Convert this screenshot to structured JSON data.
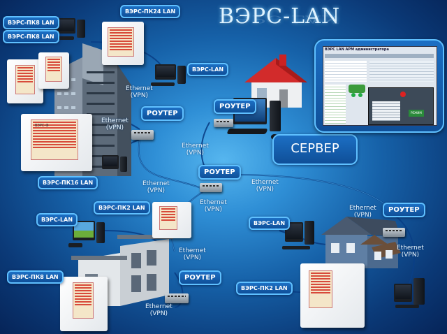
{
  "title": "ВЭРС-LAN",
  "server_label": "СЕРВЕР",
  "screen_title": "ВЭРС LAN АРМ администратора",
  "screen_badge": "РЕЖИМ",
  "device_labels": {
    "pk24_top": "ВЭРС-ПК24 LAN",
    "pk8_top": "ВЭРС-ПК8 LAN",
    "lan_office": "ВЭРС-LAN",
    "pk16": "ВЭРС-ПК16 LAN",
    "pk2_mid": "ВЭРС-ПК2 LAN",
    "lan_mid": "ВЭРС-LAN",
    "pk8_bottom": "ВЭРС-ПК8 LAN",
    "lan_right": "ВЭРС-LAN",
    "pk2_bottom": "ВЭРС-ПК2 LAN"
  },
  "router_labels": {
    "office": "РОУТЕР",
    "server": "РОУТЕР",
    "center": "РОУТЕР",
    "house_mid": "РОУТЕР",
    "house_right": "РОУТЕР"
  },
  "ethernet_labels": {
    "office": [
      "Ethernet",
      "(VPN)"
    ],
    "office_server": [
      "Ethernet",
      "(VPN)"
    ],
    "left_center": [
      "Ethernet",
      "(VPN)"
    ],
    "center_down": [
      "Ethernet",
      "(VPN)"
    ],
    "center_right": [
      "Ethernet",
      "(VPN)"
    ],
    "house_mid": [
      "Ethernet",
      "(VPN)"
    ],
    "house_mid_low": [
      "Ethernet",
      "(VPN)"
    ],
    "house_right_top": [
      "Ethernet",
      "(VPN)"
    ],
    "house_right_side": [
      "Ethernet",
      "(VPN)"
    ]
  },
  "panel_small_text": "ВЭРС-Ф"
}
